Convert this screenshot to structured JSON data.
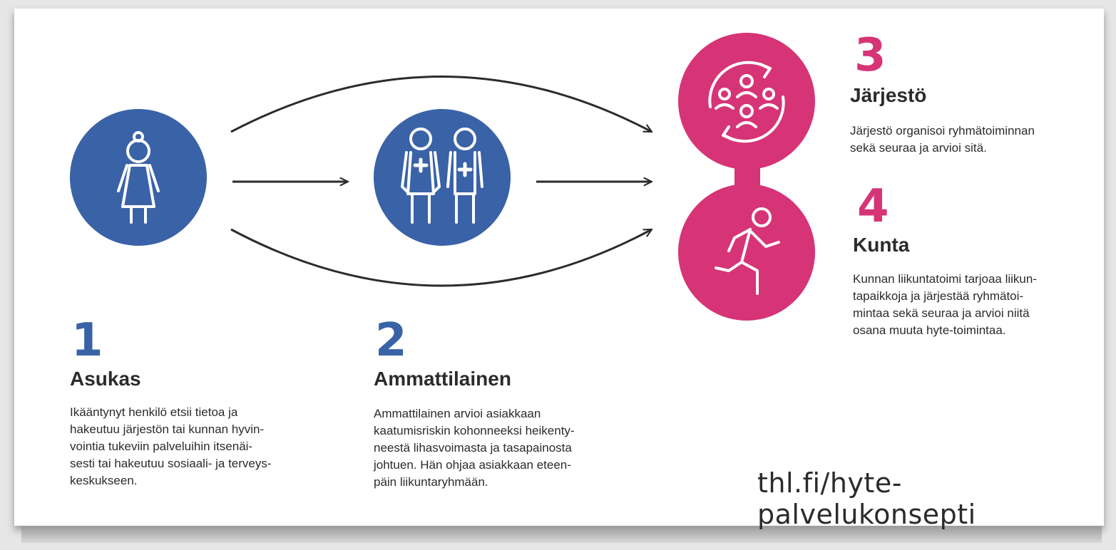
{
  "steps": [
    {
      "number": "1",
      "title": "Asukas",
      "text": "Ikääntynyt henkilö etsii tietoa ja\nhakeutuu järjestön tai kunnan hyvin-\nvointia tukeviin palveluihin itsenäi-\nsesti tai hakeutuu sosiaali- ja terveys-\nkeskukseen.",
      "icon": "elderly-person-icon",
      "color": "#3a62a7"
    },
    {
      "number": "2",
      "title": "Ammattilainen",
      "text": "Ammattilainen arvioi asiakkaan\nkaatumisriskin kohonneeksi heikenty-\nneestä lihasvoimasta ja tasapainosta\njohtuen. Hän ohjaa asiakkaan eteen-\npäin liikuntaryhmään.",
      "icon": "health-professionals-icon",
      "color": "#3a62a7"
    },
    {
      "number": "3",
      "title": "Järjestö",
      "text": "Järjestö organisoi ryhmätoiminnan\nsekä seuraa ja arvioi sitä.",
      "icon": "group-cycle-icon",
      "color": "#d63477"
    },
    {
      "number": "4",
      "title": "Kunta",
      "text": "Kunnan liikuntatoimi tarjoaa liikun-\ntapaikkoja ja järjestää ryhmätoi-\nmintaa sekä seuraa ja arvioi niitä\nosana muuta hyte-toimintaa.",
      "icon": "running-person-icon",
      "color": "#d63477"
    }
  ],
  "footer": {
    "url": "thl.fi/hyte-palvelukonsepti"
  }
}
